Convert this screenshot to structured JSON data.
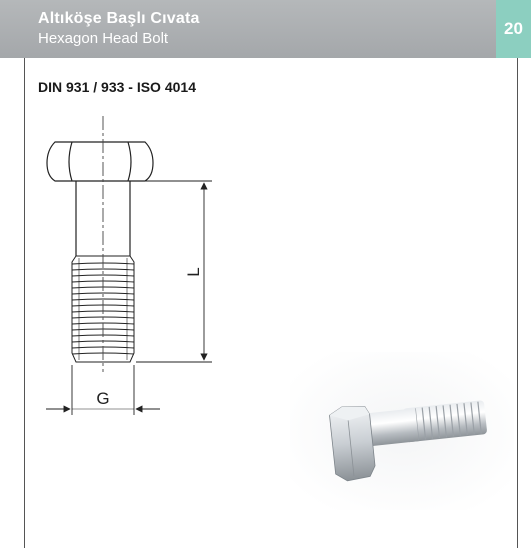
{
  "header": {
    "title_tr": "Altıköşe Başlı Cıvata",
    "title_en": "Hexagon Head Bolt",
    "page_number": "20",
    "bar_color": "#a9acaf",
    "page_box_color": "#8ccfc0"
  },
  "standard": "DIN 931 / 933 - ISO 4014",
  "drawing": {
    "length_label": "L",
    "diameter_label": "G"
  }
}
